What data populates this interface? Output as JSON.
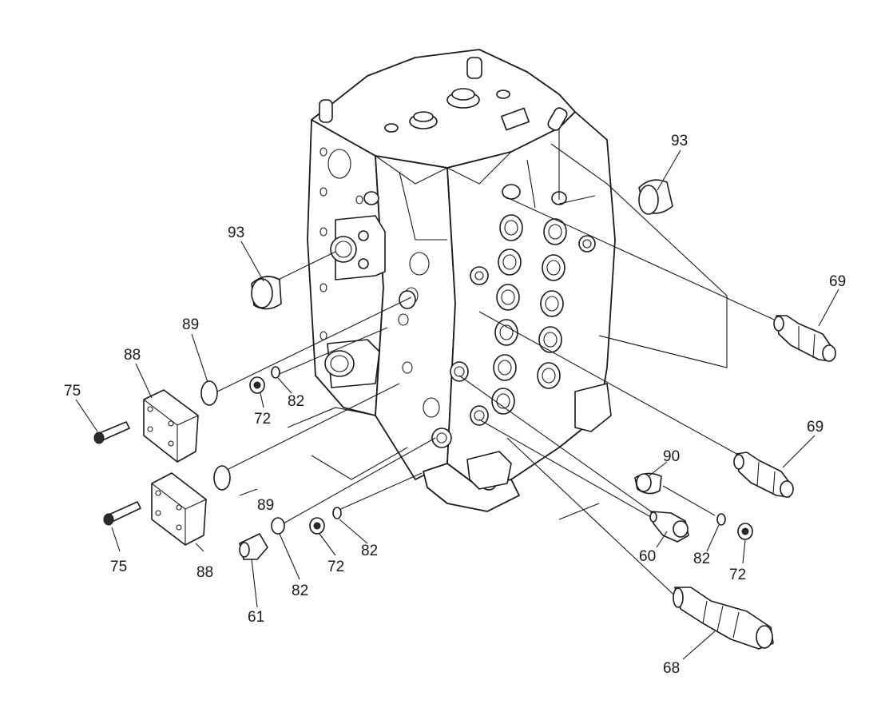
{
  "labels": {
    "l93a": "93",
    "l93b": "93",
    "l69a": "69",
    "l69b": "69",
    "l89a": "89",
    "l89b": "89",
    "l88a": "88",
    "l88b": "88",
    "l75a": "75",
    "l75b": "75",
    "l72a": "72",
    "l72b": "72",
    "l72c": "72",
    "l82a": "82",
    "l82b": "82",
    "l82c": "82",
    "l82d": "82",
    "l90": "90",
    "l60": "60",
    "l61": "61",
    "l68": "68"
  },
  "colors": {
    "ink": "#1a1a1a",
    "paper": "#ffffff"
  }
}
